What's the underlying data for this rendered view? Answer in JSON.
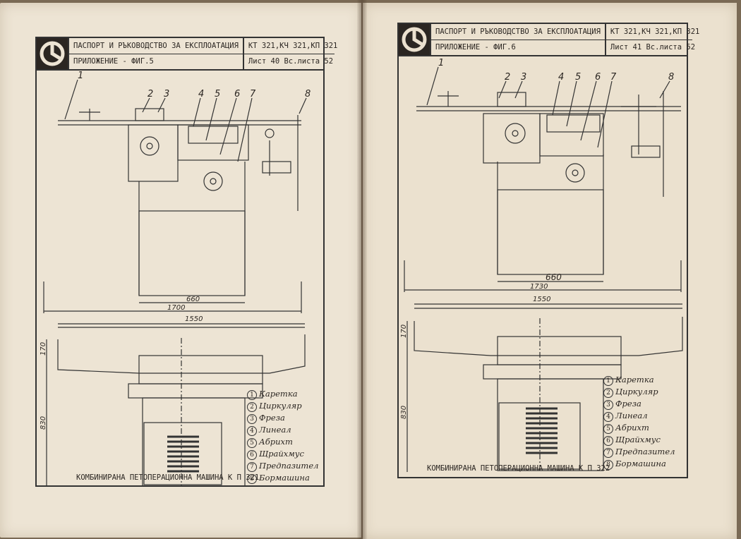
{
  "left_sheet": {
    "header_title": "ПАСПОРТ И РЪКОВОДСТВО ЗА ЕКСПЛОАТАЦИЯ",
    "header_models": "КТ 321,КЧ 321,КП 321",
    "appendix": "ПРИЛОЖЕНИЕ - ФИГ.5",
    "sheet_info": "Лист 40 Вс.листа 52",
    "callouts": [
      "1",
      "2",
      "3",
      "4",
      "5",
      "6",
      "7",
      "8"
    ],
    "dim_width_inner": "660",
    "dim_width_total": "1700",
    "dim_table_length": "1550",
    "dim_height_top": "170",
    "dim_height_total": "830",
    "legend": [
      {
        "num": "1",
        "label": "Каретка"
      },
      {
        "num": "2",
        "label": "Циркуляр"
      },
      {
        "num": "3",
        "label": "Фреза"
      },
      {
        "num": "4",
        "label": "Линеал"
      },
      {
        "num": "5",
        "label": "Абрихт"
      },
      {
        "num": "6",
        "label": "Щрайхмус"
      },
      {
        "num": "7",
        "label": "Предпазител"
      },
      {
        "num": "8",
        "label": "Бормашина"
      }
    ],
    "caption": "КОМБИНИРАНА ПЕТОПЕРАЦИОННА МАШИНА  К П 321"
  },
  "right_sheet": {
    "header_title": "ПАСПОРТ И РЪКОВОДСТВО ЗА ЕКСПЛОАТАЦИЯ",
    "header_models": "КТ 321,КЧ 321,КП 321",
    "appendix": "ПРИЛОЖЕНИЕ - ФИГ.6",
    "sheet_info": "Лист 41 Вс.листа 52",
    "callouts": [
      "1",
      "2",
      "3",
      "4",
      "5",
      "6",
      "7",
      "8"
    ],
    "dim_width_inner": "660",
    "dim_width_total": "1730",
    "dim_table_length": "1550",
    "dim_height_top": "170",
    "dim_height_total": "830",
    "legend": [
      {
        "num": "1",
        "label": "Каретка"
      },
      {
        "num": "2",
        "label": "Циркуляр"
      },
      {
        "num": "3",
        "label": "Фреза"
      },
      {
        "num": "4",
        "label": "Линеал"
      },
      {
        "num": "5",
        "label": "Абрихт"
      },
      {
        "num": "6",
        "label": "Щрайхмус"
      },
      {
        "num": "7",
        "label": "Предпазител"
      },
      {
        "num": "8",
        "label": "Бормашина"
      }
    ],
    "caption": "КОМБИНИРАНА ПЕТОПЕРАЦИОННА МАШИНА  К П 322"
  }
}
